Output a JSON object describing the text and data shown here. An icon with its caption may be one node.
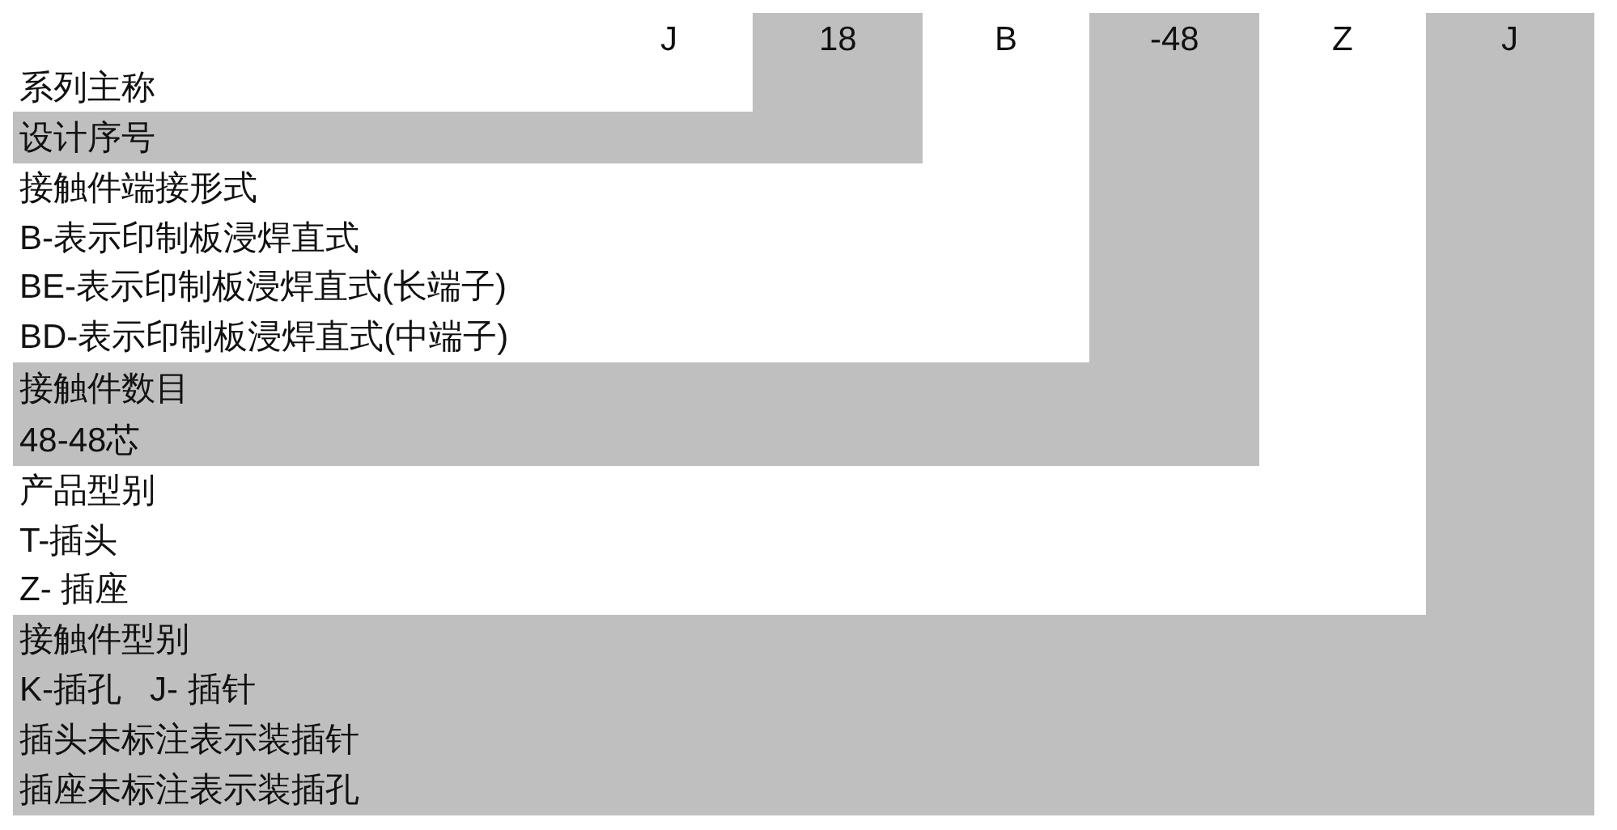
{
  "diagram": {
    "nodes": [
      {
        "text": [
          "J"
        ]
      },
      {
        "text": [
          "18"
        ]
      },
      {
        "text": [
          "B"
        ]
      },
      {
        "text": [
          "-48"
        ]
      },
      {
        "text": [
          "Z"
        ]
      },
      {
        "text": [
          "J"
        ]
      },
      {
        "text": [
          "系列主称"
        ]
      },
      {
        "text": [
          "设计序号"
        ]
      },
      {
        "text": [
          "接触件端接形式",
          "B-表示印制板浸焊直式",
          "BE-表示印制板浸焊直式(长端子)",
          "BD-表示印制板浸焊直式(中端子)"
        ]
      },
      {
        "text": [
          "接触件数目",
          "48-48芯"
        ]
      },
      {
        "text": [
          "产品型别",
          "T-插头",
          "Z- 插座"
        ]
      },
      {
        "text": [
          "接触件型别",
          "K-插孔   J- 插针",
          "插头未标注表示装插针",
          "插座未标注表示装插孔"
        ]
      }
    ]
  }
}
